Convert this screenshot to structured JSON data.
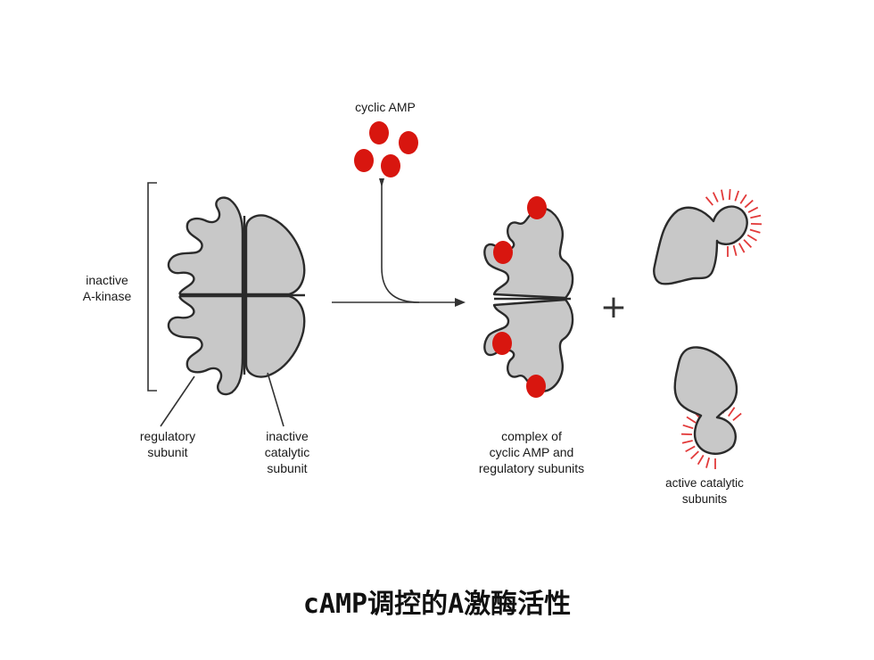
{
  "diagram": {
    "camp_label": "cyclic AMP",
    "inactive_label": [
      "inactive",
      "A-kinase"
    ],
    "regulatory_label": [
      "regulatory",
      "subunit"
    ],
    "catalytic_label": [
      "inactive",
      "catalytic",
      "subunit"
    ],
    "complex_label": [
      "complex of",
      "cyclic AMP and",
      "regulatory subunits"
    ],
    "active_label": [
      "active catalytic",
      "subunits"
    ],
    "plus_sign": "+"
  },
  "caption": "cAMP调控的A激酶活性",
  "colors": {
    "camp": "#d8160f",
    "subunit_fill": "#c8c8c8",
    "outline": "#2b2b2b",
    "activity_rays": "#e23a3a"
  }
}
